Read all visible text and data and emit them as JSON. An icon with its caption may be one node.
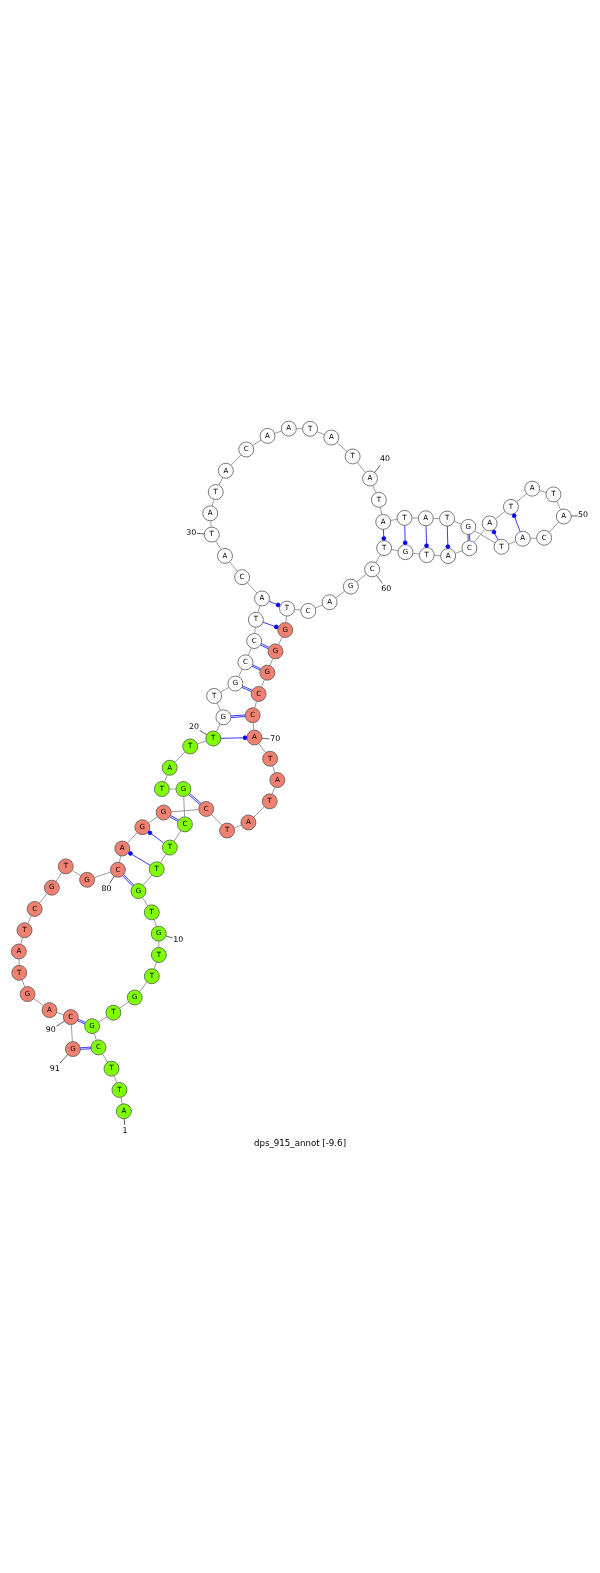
{
  "diagram": {
    "caption": "dps_915_annot [-9.6]",
    "nodes": [
      {
        "text": [
          "A"
        ]
      },
      {
        "text": [
          "T"
        ]
      },
      {
        "text": [
          "T"
        ]
      },
      {
        "text": [
          "C"
        ]
      },
      {
        "text": [
          "G"
        ]
      },
      {
        "text": [
          "T"
        ]
      },
      {
        "text": [
          "G"
        ]
      },
      {
        "text": [
          "T"
        ]
      },
      {
        "text": [
          "T"
        ]
      },
      {
        "text": [
          "G"
        ]
      },
      {
        "text": [
          "T"
        ]
      },
      {
        "text": [
          "G"
        ]
      },
      {
        "text": [
          "T"
        ]
      },
      {
        "text": [
          "T"
        ]
      },
      {
        "text": [
          "C"
        ]
      },
      {
        "text": [
          "G"
        ]
      },
      {
        "text": [
          "T"
        ]
      },
      {
        "text": [
          "A"
        ]
      },
      {
        "text": [
          "T"
        ]
      },
      {
        "text": [
          "T"
        ]
      },
      {
        "text": [
          "G"
        ]
      },
      {
        "text": [
          "T"
        ]
      },
      {
        "text": [
          "G"
        ]
      },
      {
        "text": [
          "C"
        ]
      },
      {
        "text": [
          "C"
        ]
      },
      {
        "text": [
          "T"
        ]
      },
      {
        "text": [
          "A"
        ]
      },
      {
        "text": [
          "C"
        ]
      },
      {
        "text": [
          "A"
        ]
      },
      {
        "text": [
          "T"
        ]
      },
      {
        "text": [
          "A"
        ]
      },
      {
        "text": [
          "T"
        ]
      },
      {
        "text": [
          "A"
        ]
      },
      {
        "text": [
          "C"
        ]
      },
      {
        "text": [
          "A"
        ]
      },
      {
        "text": [
          "A"
        ]
      },
      {
        "text": [
          "T"
        ]
      },
      {
        "text": [
          "A"
        ]
      },
      {
        "text": [
          "T"
        ]
      },
      {
        "text": [
          "A"
        ]
      },
      {
        "text": [
          "T"
        ]
      },
      {
        "text": [
          "A"
        ]
      },
      {
        "text": [
          "T"
        ]
      },
      {
        "text": [
          "A"
        ]
      },
      {
        "text": [
          "T"
        ]
      },
      {
        "text": [
          "G"
        ]
      },
      {
        "text": [
          "T"
        ]
      },
      {
        "text": [
          "A"
        ]
      },
      {
        "text": [
          "C"
        ]
      },
      {
        "text": [
          "A"
        ]
      },
      {
        "text": [
          "T"
        ]
      },
      {
        "text": [
          "A"
        ]
      },
      {
        "text": [
          "T"
        ]
      },
      {
        "text": [
          "A"
        ]
      },
      {
        "text": [
          "C"
        ]
      },
      {
        "text": [
          "A"
        ]
      },
      {
        "text": [
          "T"
        ]
      },
      {
        "text": [
          "G"
        ]
      },
      {
        "text": [
          "T"
        ]
      },
      {
        "text": [
          "C"
        ]
      },
      {
        "text": [
          "G"
        ]
      },
      {
        "text": [
          "A"
        ]
      },
      {
        "text": [
          "C"
        ]
      },
      {
        "text": [
          "T"
        ]
      },
      {
        "text": [
          "G"
        ]
      },
      {
        "text": [
          "G"
        ]
      },
      {
        "text": [
          "G"
        ]
      },
      {
        "text": [
          "C"
        ]
      },
      {
        "text": [
          "C"
        ]
      },
      {
        "text": [
          "A"
        ]
      },
      {
        "text": [
          "T"
        ]
      },
      {
        "text": [
          "A"
        ]
      },
      {
        "text": [
          "T"
        ]
      },
      {
        "text": [
          "A"
        ]
      },
      {
        "text": [
          "T"
        ]
      },
      {
        "text": [
          "C"
        ]
      },
      {
        "text": [
          "G"
        ]
      },
      {
        "text": [
          "G"
        ]
      },
      {
        "text": [
          "A"
        ]
      },
      {
        "text": [
          "C"
        ]
      },
      {
        "text": [
          "G"
        ]
      },
      {
        "text": [
          "T"
        ]
      },
      {
        "text": [
          "G"
        ]
      },
      {
        "text": [
          "C"
        ]
      },
      {
        "text": [
          "T"
        ]
      },
      {
        "text": [
          "A"
        ]
      },
      {
        "text": [
          "T"
        ]
      },
      {
        "text": [
          "G"
        ]
      },
      {
        "text": [
          "A"
        ]
      },
      {
        "text": [
          "C"
        ]
      },
      {
        "text": [
          "G"
        ]
      },
      {
        "text": [
          "1"
        ]
      },
      {
        "text": [
          "10"
        ]
      },
      {
        "text": [
          "20"
        ]
      },
      {
        "text": [
          "30"
        ]
      },
      {
        "text": [
          "40"
        ]
      },
      {
        "text": [
          "50"
        ]
      },
      {
        "text": [
          "60"
        ]
      },
      {
        "text": [
          "70"
        ]
      },
      {
        "text": [
          "80"
        ]
      },
      {
        "text": [
          "90"
        ]
      },
      {
        "text": [
          "91"
        ]
      }
    ],
    "edges": [
      {
        "from": 0,
        "to": 1,
        "arrow": "none"
      },
      {
        "from": 1,
        "to": 2,
        "arrow": "none"
      },
      {
        "from": 2,
        "to": 3,
        "arrow": "none"
      },
      {
        "from": 3,
        "to": 4,
        "arrow": "none"
      },
      {
        "from": 4,
        "to": 5,
        "arrow": "none"
      },
      {
        "from": 5,
        "to": 6,
        "arrow": "none"
      },
      {
        "from": 6,
        "to": 7,
        "arrow": "none"
      },
      {
        "from": 7,
        "to": 8,
        "arrow": "none"
      },
      {
        "from": 8,
        "to": 9,
        "arrow": "none"
      },
      {
        "from": 9,
        "to": 10,
        "arrow": "none"
      },
      {
        "from": 10,
        "to": 11,
        "arrow": "none"
      },
      {
        "from": 11,
        "to": 12,
        "arrow": "none"
      },
      {
        "from": 12,
        "to": 13,
        "arrow": "none"
      },
      {
        "from": 13,
        "to": 14,
        "arrow": "none"
      },
      {
        "from": 14,
        "to": 15,
        "arrow": "none"
      },
      {
        "from": 15,
        "to": 16,
        "arrow": "none"
      },
      {
        "from": 16,
        "to": 17,
        "arrow": "none"
      },
      {
        "from": 17,
        "to": 18,
        "arrow": "none"
      },
      {
        "from": 18,
        "to": 19,
        "arrow": "none"
      },
      {
        "from": 19,
        "to": 20,
        "arrow": "none"
      },
      {
        "from": 20,
        "to": 21,
        "arrow": "none"
      },
      {
        "from": 21,
        "to": 22,
        "arrow": "none"
      },
      {
        "from": 22,
        "to": 23,
        "arrow": "none"
      },
      {
        "from": 23,
        "to": 24,
        "arrow": "none"
      },
      {
        "from": 24,
        "to": 25,
        "arrow": "none"
      },
      {
        "from": 25,
        "to": 26,
        "arrow": "none"
      },
      {
        "from": 26,
        "to": 27,
        "arrow": "none"
      },
      {
        "from": 27,
        "to": 28,
        "arrow": "none"
      },
      {
        "from": 28,
        "to": 29,
        "arrow": "none"
      },
      {
        "from": 29,
        "to": 30,
        "arrow": "none"
      },
      {
        "from": 30,
        "to": 31,
        "arrow": "none"
      },
      {
        "from": 31,
        "to": 32,
        "arrow": "none"
      },
      {
        "from": 32,
        "to": 33,
        "arrow": "none"
      },
      {
        "from": 33,
        "to": 34,
        "arrow": "none"
      },
      {
        "from": 34,
        "to": 35,
        "arrow": "none"
      },
      {
        "from": 35,
        "to": 36,
        "arrow": "none"
      },
      {
        "from": 36,
        "to": 37,
        "arrow": "none"
      },
      {
        "from": 37,
        "to": 38,
        "arrow": "none"
      },
      {
        "from": 38,
        "to": 39,
        "arrow": "none"
      },
      {
        "from": 39,
        "to": 40,
        "arrow": "none"
      },
      {
        "from": 40,
        "to": 41,
        "arrow": "none"
      },
      {
        "from": 41,
        "to": 42,
        "arrow": "none"
      },
      {
        "from": 42,
        "to": 43,
        "arrow": "none"
      },
      {
        "from": 43,
        "to": 44,
        "arrow": "none"
      },
      {
        "from": 44,
        "to": 45,
        "arrow": "none"
      },
      {
        "from": 45,
        "to": 46,
        "arrow": "none"
      },
      {
        "from": 46,
        "to": 47,
        "arrow": "none"
      },
      {
        "from": 47,
        "to": 48,
        "arrow": "none"
      },
      {
        "from": 48,
        "to": 49,
        "arrow": "none"
      },
      {
        "from": 49,
        "to": 50,
        "arrow": "none"
      },
      {
        "from": 50,
        "to": 51,
        "arrow": "none"
      },
      {
        "from": 51,
        "to": 52,
        "arrow": "none"
      },
      {
        "from": 52,
        "to": 53,
        "arrow": "none"
      },
      {
        "from": 53,
        "to": 54,
        "arrow": "none"
      },
      {
        "from": 54,
        "to": 55,
        "arrow": "none"
      },
      {
        "from": 55,
        "to": 56,
        "arrow": "none"
      },
      {
        "from": 56,
        "to": 57,
        "arrow": "none"
      },
      {
        "from": 57,
        "to": 58,
        "arrow": "none"
      },
      {
        "from": 58,
        "to": 59,
        "arrow": "none"
      },
      {
        "from": 59,
        "to": 60,
        "arrow": "none"
      },
      {
        "from": 60,
        "to": 61,
        "arrow": "none"
      },
      {
        "from": 61,
        "to": 62,
        "arrow": "none"
      },
      {
        "from": 62,
        "to": 63,
        "arrow": "none"
      },
      {
        "from": 63,
        "to": 64,
        "arrow": "none"
      },
      {
        "from": 64,
        "to": 65,
        "arrow": "none"
      },
      {
        "from": 65,
        "to": 66,
        "arrow": "none"
      },
      {
        "from": 66,
        "to": 67,
        "arrow": "none"
      },
      {
        "from": 67,
        "to": 68,
        "arrow": "none"
      },
      {
        "from": 68,
        "to": 69,
        "arrow": "none"
      },
      {
        "from": 69,
        "to": 70,
        "arrow": "none"
      },
      {
        "from": 70,
        "to": 71,
        "arrow": "none"
      },
      {
        "from": 71,
        "to": 72,
        "arrow": "none"
      },
      {
        "from": 72,
        "to": 73,
        "arrow": "none"
      },
      {
        "from": 73,
        "to": 74,
        "arrow": "none"
      },
      {
        "from": 74,
        "to": 75,
        "arrow": "none"
      },
      {
        "from": 75,
        "to": 76,
        "arrow": "none"
      },
      {
        "from": 76,
        "to": 77,
        "arrow": "none"
      },
      {
        "from": 77,
        "to": 78,
        "arrow": "none"
      },
      {
        "from": 78,
        "to": 79,
        "arrow": "none"
      },
      {
        "from": 79,
        "to": 80,
        "arrow": "none"
      },
      {
        "from": 80,
        "to": 81,
        "arrow": "none"
      },
      {
        "from": 81,
        "to": 82,
        "arrow": "none"
      },
      {
        "from": 82,
        "to": 83,
        "arrow": "none"
      },
      {
        "from": 83,
        "to": 84,
        "arrow": "none"
      },
      {
        "from": 84,
        "to": 85,
        "arrow": "none"
      },
      {
        "from": 85,
        "to": 86,
        "arrow": "none"
      },
      {
        "from": 86,
        "to": 87,
        "arrow": "none"
      },
      {
        "from": 87,
        "to": 88,
        "arrow": "none"
      },
      {
        "from": 88,
        "to": 89,
        "arrow": "none"
      },
      {
        "from": 89,
        "to": 90,
        "arrow": "none"
      },
      {
        "from": 3,
        "to": 90,
        "arrow": "none",
        "color": "#0000ff"
      },
      {
        "from": 4,
        "to": 89,
        "arrow": "none",
        "color": "#0000ff"
      },
      {
        "from": 11,
        "to": 79,
        "arrow": "none",
        "color": "#0000ff"
      },
      {
        "from": 12,
        "to": 78,
        "arrow": "other",
        "color": "#0000ff"
      },
      {
        "from": 13,
        "to": 77,
        "arrow": "other",
        "color": "#0000ff"
      },
      {
        "from": 14,
        "to": 76,
        "arrow": "none",
        "color": "#0000ff"
      },
      {
        "from": 15,
        "to": 75,
        "arrow": "none",
        "color": "#0000ff"
      },
      {
        "from": 19,
        "to": 69,
        "arrow": "other",
        "color": "#0000ff"
      },
      {
        "from": 20,
        "to": 68,
        "arrow": "none",
        "color": "#0000ff"
      },
      {
        "from": 22,
        "to": 67,
        "arrow": "none",
        "color": "#0000ff"
      },
      {
        "from": 23,
        "to": 66,
        "arrow": "none",
        "color": "#0000ff"
      },
      {
        "from": 24,
        "to": 65,
        "arrow": "none",
        "color": "#0000ff"
      },
      {
        "from": 25,
        "to": 64,
        "arrow": "other",
        "color": "#0000ff"
      },
      {
        "from": 26,
        "to": 63,
        "arrow": "other",
        "color": "#0000ff"
      },
      {
        "from": 41,
        "to": 58,
        "arrow": "other",
        "color": "#0000ff"
      },
      {
        "from": 42,
        "to": 57,
        "arrow": "other",
        "color": "#0000ff"
      },
      {
        "from": 43,
        "to": 56,
        "arrow": "other",
        "color": "#0000ff"
      },
      {
        "from": 44,
        "to": 55,
        "arrow": "other",
        "color": "#0000ff"
      },
      {
        "from": 45,
        "to": 54,
        "arrow": "none",
        "color": "#0000ff"
      },
      {
        "from": 46,
        "to": 53,
        "arrow": "other",
        "color": "#0000ff"
      },
      {
        "from": 47,
        "to": 52,
        "arrow": "other",
        "color": "#0000ff"
      },
      {
        "from": 91,
        "to": 0,
        "arrow": "none",
        "color": "#333333"
      },
      {
        "from": 92,
        "to": 9,
        "arrow": "none",
        "color": "#333333"
      },
      {
        "from": 93,
        "to": 19,
        "arrow": "none",
        "color": "#333333"
      },
      {
        "from": 94,
        "to": 29,
        "arrow": "none",
        "color": "#333333"
      },
      {
        "from": 95,
        "to": 39,
        "arrow": "none",
        "color": "#333333"
      },
      {
        "from": 96,
        "to": 49,
        "arrow": "none",
        "color": "#333333"
      },
      {
        "from": 97,
        "to": 59,
        "arrow": "none",
        "color": "#333333"
      },
      {
        "from": 98,
        "to": 69,
        "arrow": "none",
        "color": "#333333"
      },
      {
        "from": 99,
        "to": 79,
        "arrow": "none",
        "color": "#333333"
      },
      {
        "from": 100,
        "to": 89,
        "arrow": "none",
        "color": "#333333"
      },
      {
        "from": 101,
        "to": 90,
        "arrow": "none",
        "color": "#333333"
      }
    ]
  }
}
